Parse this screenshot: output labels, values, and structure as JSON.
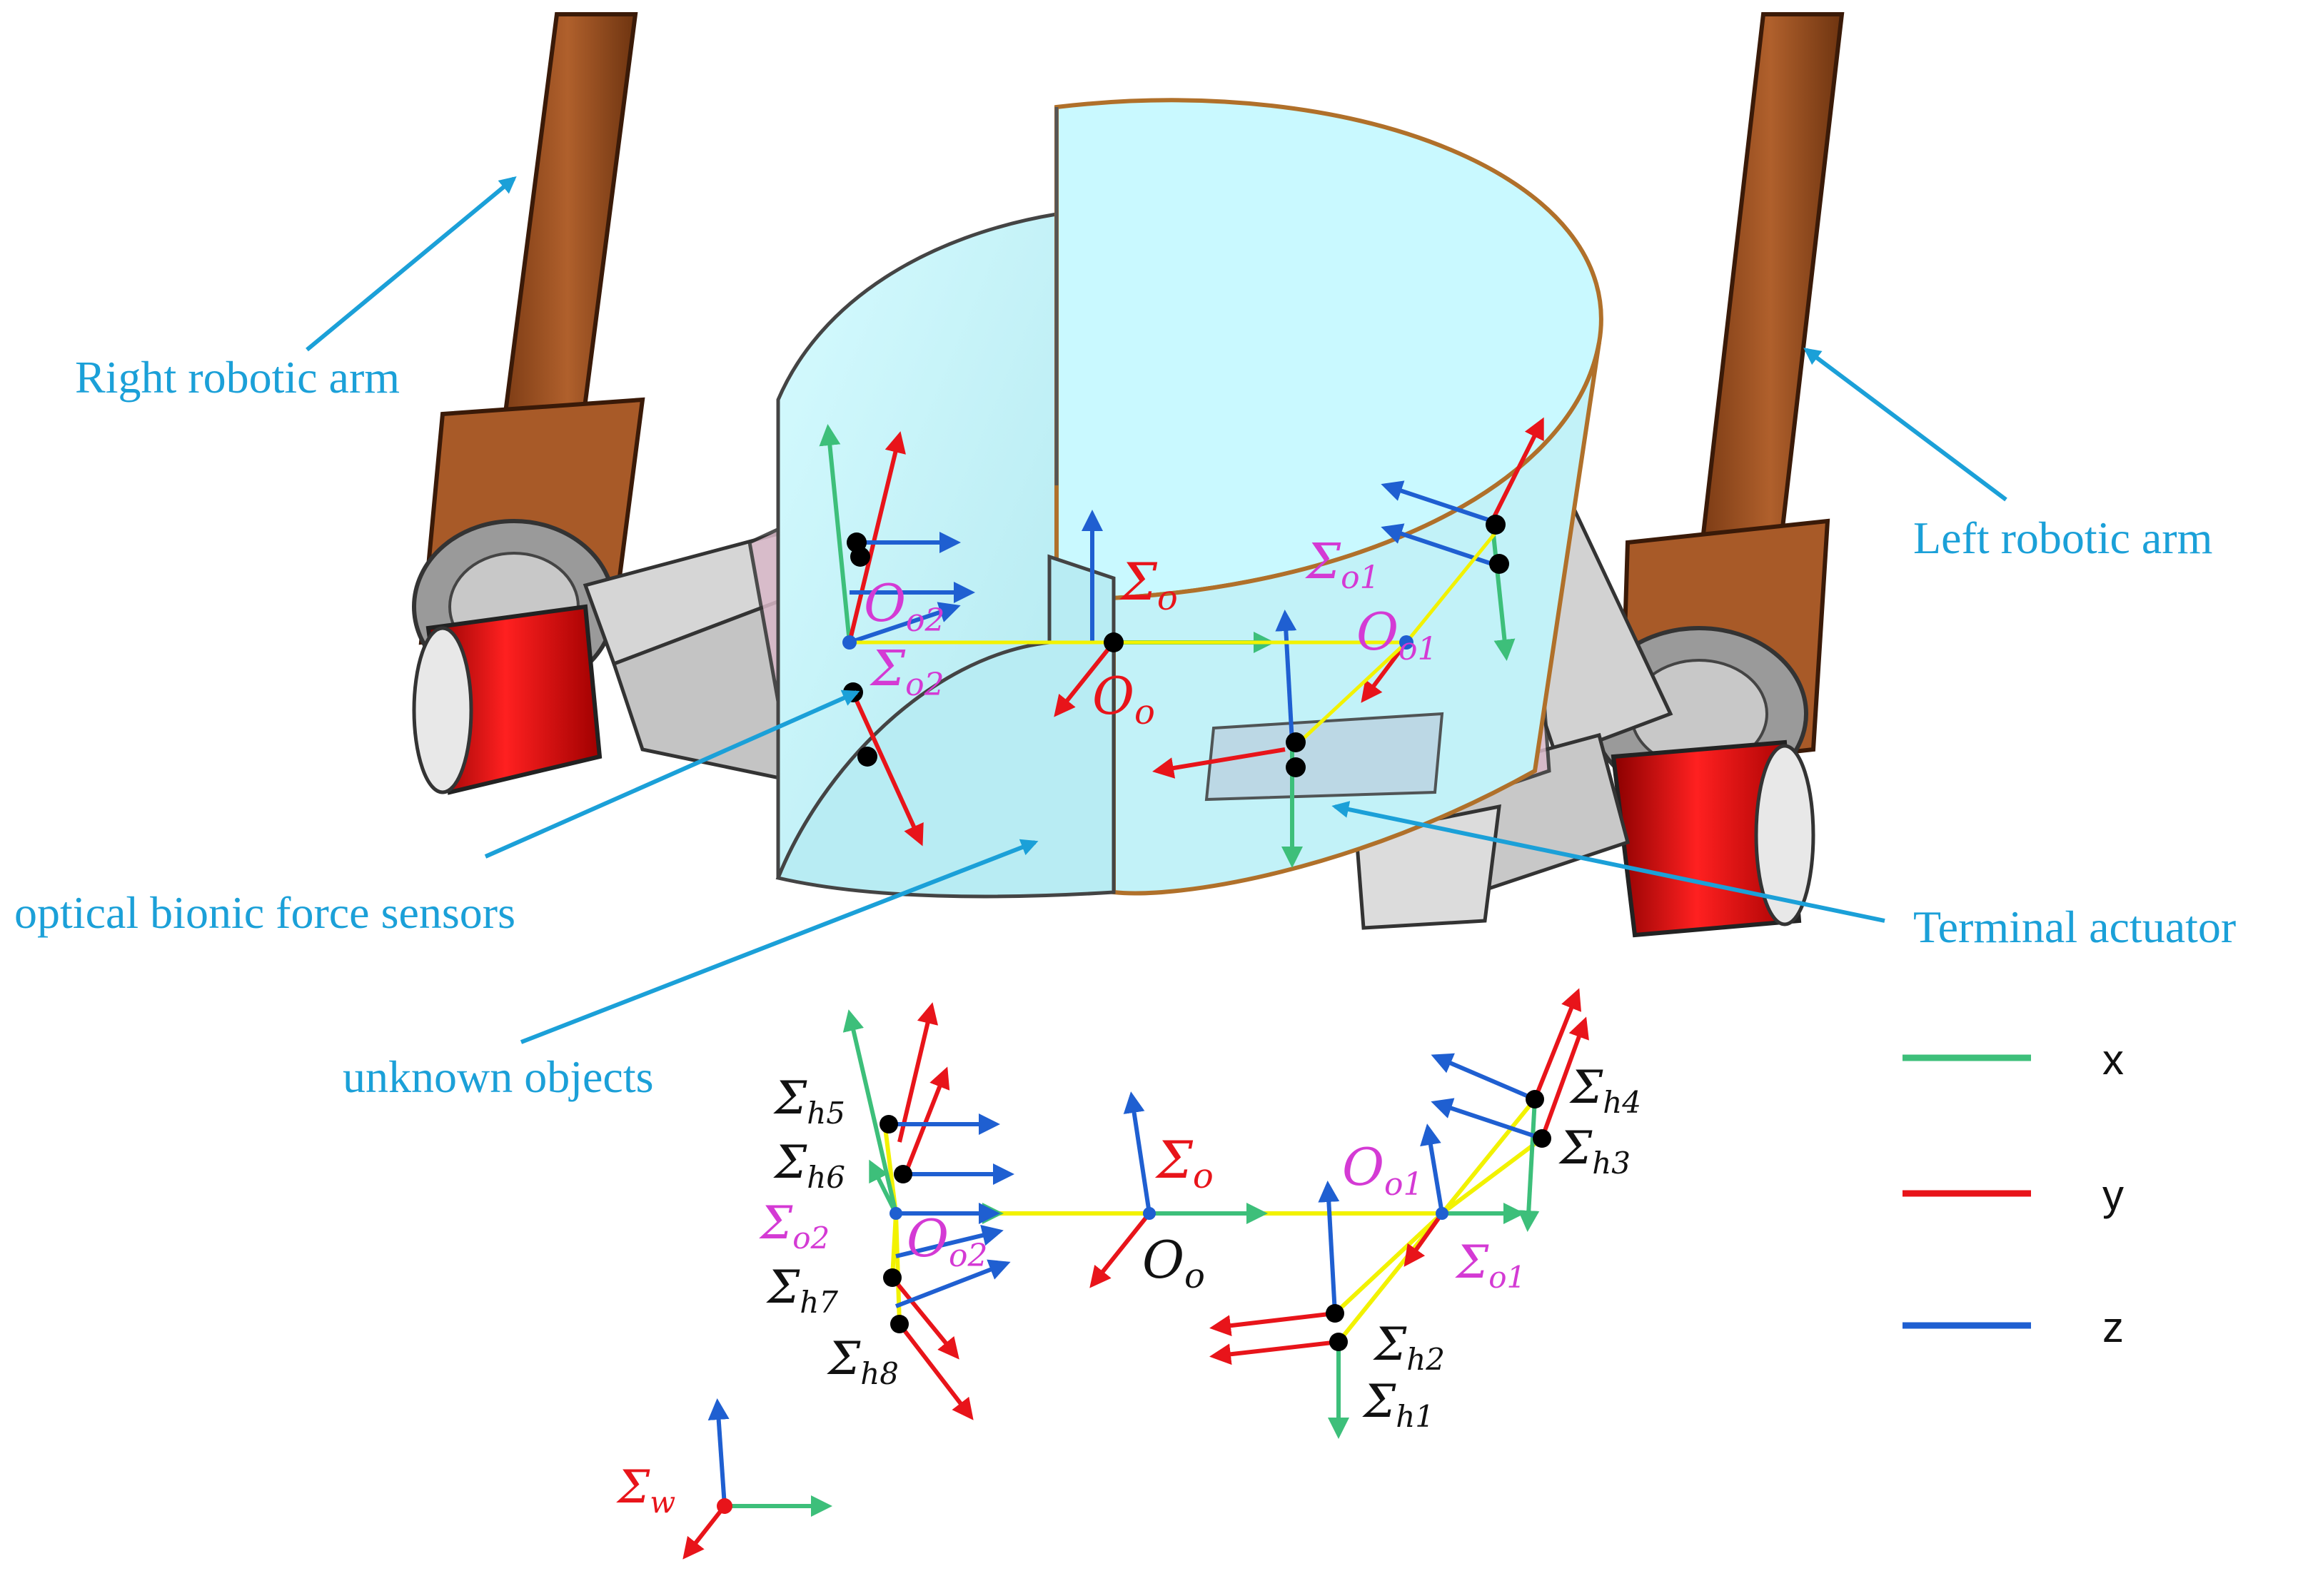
{
  "labels": {
    "right_arm": "Right robotic arm",
    "left_arm": "Left robotic arm",
    "sensors": "optical bionic force sensors",
    "actuator": "Terminal actuator",
    "objects": "unknown objects"
  },
  "frames": {
    "sigma": "Σ",
    "O": "O",
    "sub_o": "o",
    "sub_o1": "o1",
    "sub_o2": "o2",
    "sub_w": "w",
    "sub_h1": "h1",
    "sub_h2": "h2",
    "sub_h3": "h3",
    "sub_h4": "h4",
    "sub_h5": "h5",
    "sub_h6": "h6",
    "sub_h7": "h7",
    "sub_h8": "h8"
  },
  "legend": [
    {
      "label": "x",
      "color": "#3dbf7a"
    },
    {
      "label": "y",
      "color": "#e8141a"
    },
    {
      "label": "z",
      "color": "#1f5fd1"
    }
  ],
  "colors": {
    "callout": "#1ba0d8",
    "magenta": "#d43ad4",
    "red_label": "#e8141a",
    "black_label": "#111111",
    "arm_brown": "#a0522d",
    "object_cyan": "#c8f4f8",
    "frame_line": "#f2f200"
  }
}
